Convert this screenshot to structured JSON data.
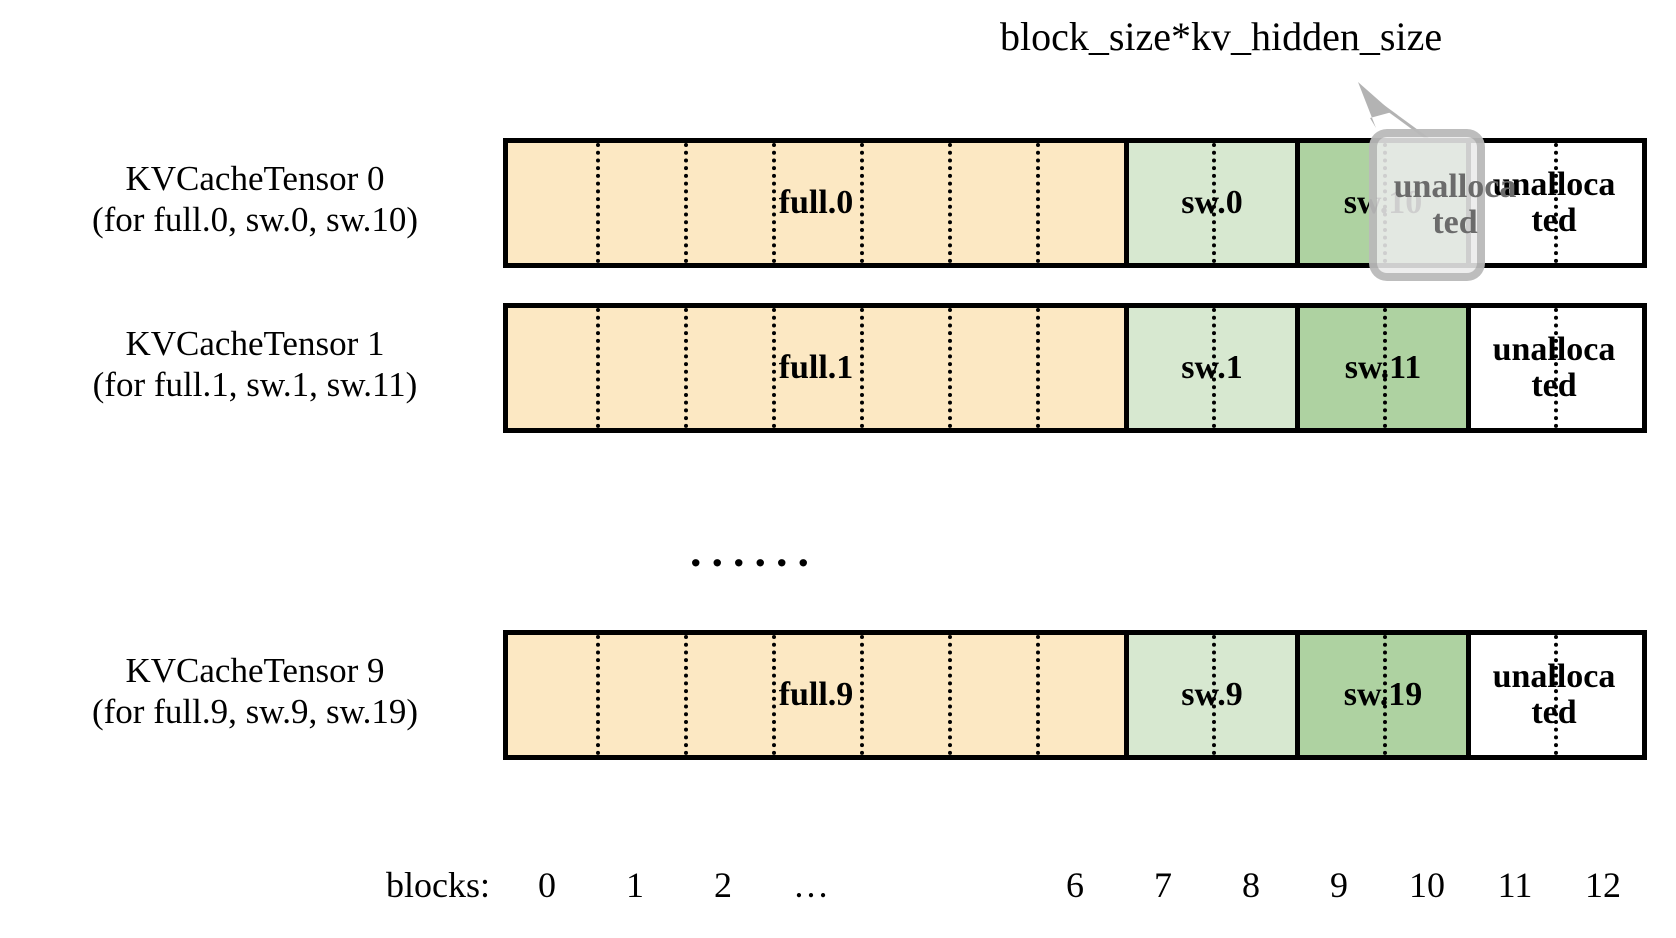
{
  "diagram": {
    "callout": {
      "label": "block_size*kv_hidden_size",
      "arrow_color": "#b3b3b3",
      "highlight_text_line1": "unalloca",
      "highlight_text_line2": "ted",
      "highlight_border_color": "#9a9a9a",
      "highlight_fill_color": "#ececec",
      "highlight_text_color": "#6b6b6b"
    },
    "colors": {
      "full": "#fce8c3",
      "sw_light": "#d7e8d0",
      "sw_dark": "#aed2a1",
      "unallocated": "#ffffff",
      "outline": "#000000"
    },
    "ellipsis": "......",
    "rows": [
      {
        "label_line1": "KVCacheTensor 0",
        "label_line2": "(for full.0, sw.0, sw.10)",
        "segments": [
          {
            "text": "full.0",
            "blocks": 7,
            "fill": "full"
          },
          {
            "text": "sw.0",
            "blocks": 2,
            "fill": "sw_light"
          },
          {
            "text": "sw.10",
            "blocks": 2,
            "fill": "sw_dark"
          },
          {
            "text": "unalloca\nted",
            "blocks": 2,
            "fill": "unallocated"
          }
        ]
      },
      {
        "label_line1": "KVCacheTensor 1",
        "label_line2": "(for full.1, sw.1, sw.11)",
        "segments": [
          {
            "text": "full.1",
            "blocks": 7,
            "fill": "full"
          },
          {
            "text": "sw.1",
            "blocks": 2,
            "fill": "sw_light"
          },
          {
            "text": "sw.11",
            "blocks": 2,
            "fill": "sw_dark"
          },
          {
            "text": "unalloca\nted",
            "blocks": 2,
            "fill": "unallocated"
          }
        ]
      },
      {
        "label_line1": "KVCacheTensor 9",
        "label_line2": "(for full.9, sw.9, sw.19)",
        "segments": [
          {
            "text": "full.9",
            "blocks": 7,
            "fill": "full"
          },
          {
            "text": "sw.9",
            "blocks": 2,
            "fill": "sw_light"
          },
          {
            "text": "sw.19",
            "blocks": 2,
            "fill": "sw_dark"
          },
          {
            "text": "unalloca\nted",
            "blocks": 2,
            "fill": "unallocated"
          }
        ]
      }
    ],
    "axis": {
      "title": "blocks:",
      "ticks": [
        "0",
        "1",
        "2",
        "…",
        "6",
        "7",
        "8",
        "9",
        "10",
        "11",
        "12"
      ],
      "tick_block_index": [
        0,
        1,
        2,
        3,
        6,
        7,
        8,
        9,
        10,
        11,
        12
      ]
    }
  }
}
